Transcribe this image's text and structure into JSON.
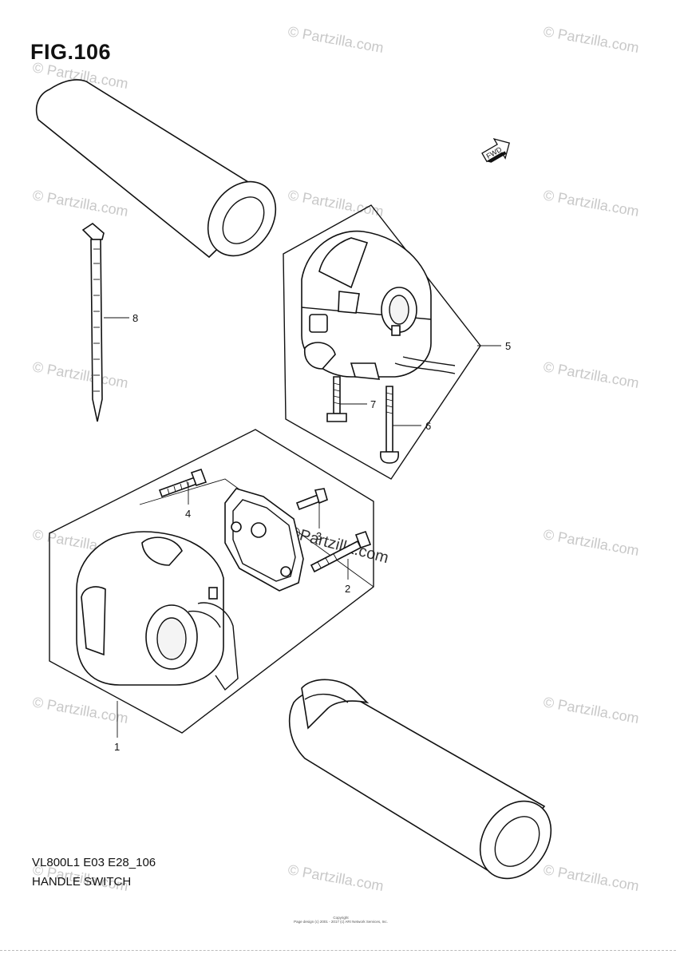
{
  "figure": {
    "title": "FIG.106",
    "model_code": "VL800L1 E03 E28_106",
    "caption": "HANDLE SWITCH",
    "copyright_line1": "Copyright",
    "copyright_line2": "Page design (c) 2001 - 2017 (c) ARI Network Services, Inc."
  },
  "fwd_label": "FWD",
  "callouts": [
    {
      "id": "1",
      "label": "1"
    },
    {
      "id": "2",
      "label": "2"
    },
    {
      "id": "3",
      "label": "3"
    },
    {
      "id": "4",
      "label": "4"
    },
    {
      "id": "5",
      "label": "5"
    },
    {
      "id": "6",
      "label": "6"
    },
    {
      "id": "7",
      "label": "7"
    },
    {
      "id": "8",
      "label": "8"
    }
  ],
  "watermark": {
    "text": "© Partzilla.com",
    "center_text": "©Partzilla.com"
  }
}
